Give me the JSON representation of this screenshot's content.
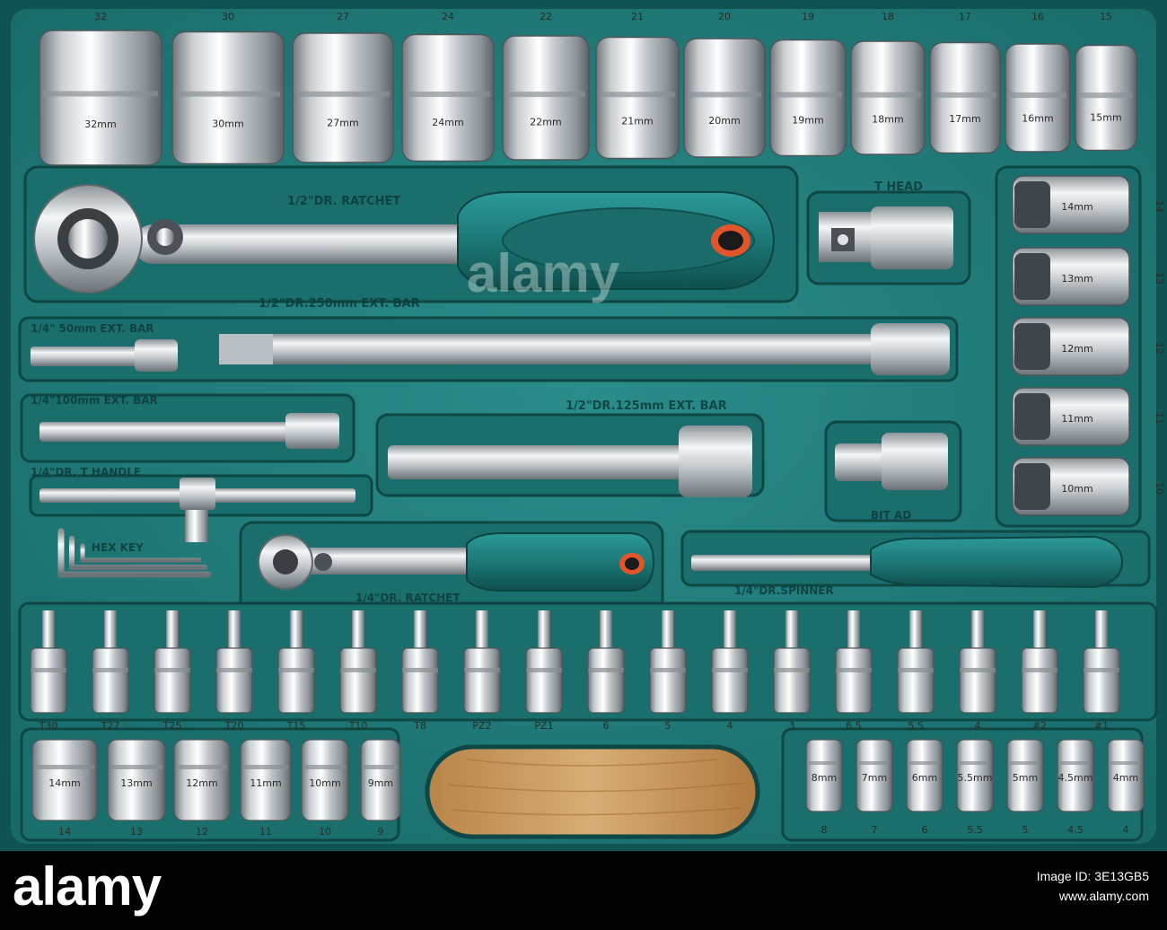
{
  "image": {
    "subject": "socket-set-case",
    "colors": {
      "case": "#1f7f7d",
      "case_dark": "#0e4a49",
      "case_light": "#2e9895",
      "chrome": "#d9dde0",
      "chrome_dark": "#7f868c",
      "handle": "#1e7b79",
      "wood": "#c9985c",
      "footer": "#000000"
    }
  },
  "labels": {
    "ratchet_half": "1/2\"DR. RATCHET",
    "t_head": "T HEAD",
    "ext_250": "1/2\"DR.250mm EXT. BAR",
    "ext_50": "1/4\" 50mm EXT. BAR",
    "ext_100": "1/4\"100mm EXT. BAR",
    "ext_125": "1/2\"DR.125mm EXT. BAR",
    "t_handle": "1/4\"DR. T HANDLE",
    "hex_key": "HEX KEY",
    "bit_ad": "BIT AD",
    "ratchet_quarter": "1/4\"DR. RATCHET",
    "spinner": "1/4\"DR.SPINNER"
  },
  "large_socket_sizes": [
    "32",
    "30",
    "27",
    "24",
    "22",
    "21",
    "20",
    "19",
    "18",
    "17",
    "16",
    "15"
  ],
  "large_socket_engravings": [
    "32mm",
    "30mm",
    "27mm",
    "24mm",
    "22mm",
    "21mm",
    "20mm",
    "19mm",
    "18mm",
    "17mm",
    "16mm",
    "15mm"
  ],
  "side_socket_sizes": [
    "14",
    "13",
    "12",
    "11",
    "10"
  ],
  "bit_labels": [
    "T30",
    "T27",
    "T25",
    "T20",
    "T15",
    "T10",
    "T8",
    "PZ2",
    "PZ1",
    "6",
    "5",
    "4",
    "3",
    "6.5",
    "5.5",
    "4",
    "#2",
    "#1"
  ],
  "small_socket_sizes": [
    "14",
    "13",
    "12",
    "11",
    "10",
    "9"
  ],
  "mini_socket_sizes": [
    "8",
    "7",
    "6",
    "5.5",
    "5",
    "4.5",
    "4"
  ],
  "watermark": "alamy",
  "footer": {
    "logo": "alamy",
    "image_id_label": "Image ID: 3E13GB5",
    "site": "www.alamy.com"
  }
}
